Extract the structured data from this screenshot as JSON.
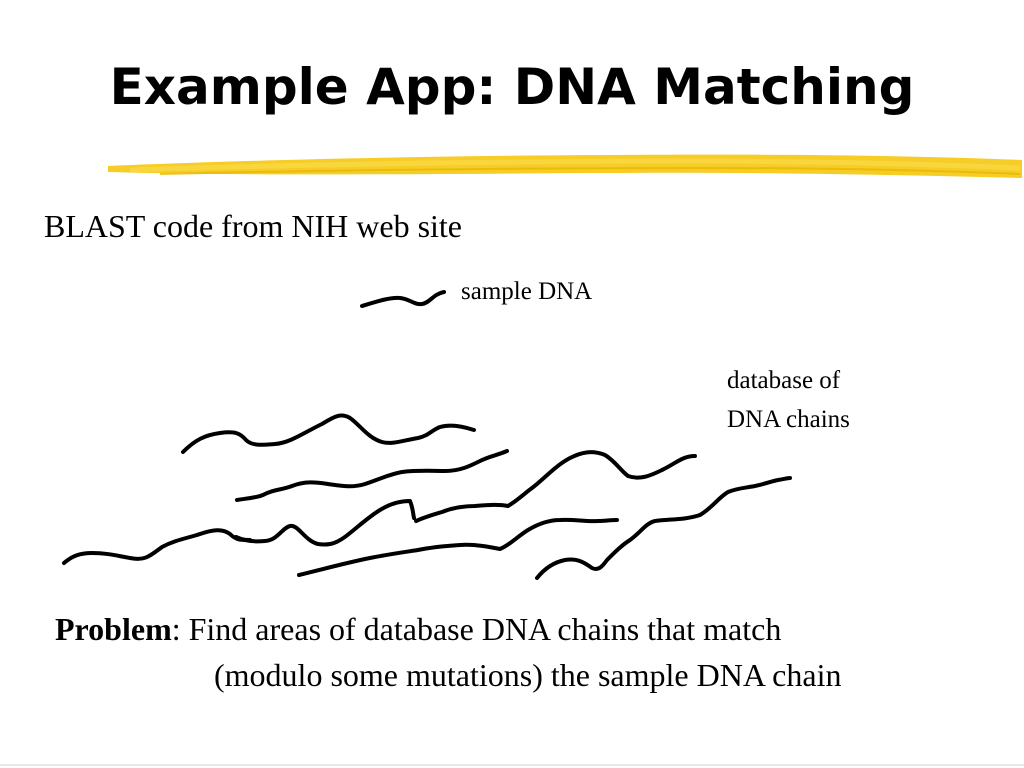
{
  "slide": {
    "title": "Example App: DNA Matching",
    "accent_color": "#f5c400",
    "bullet": "BLAST code from NIH web site",
    "labels": {
      "sample": "sample DNA",
      "database_line1": "database of",
      "database_line2": "DNA chains"
    },
    "problem": {
      "term": "Problem",
      "line1": ": Find areas of database DNA chains that match",
      "line2": "(modulo some mutations) the sample DNA chain"
    }
  }
}
